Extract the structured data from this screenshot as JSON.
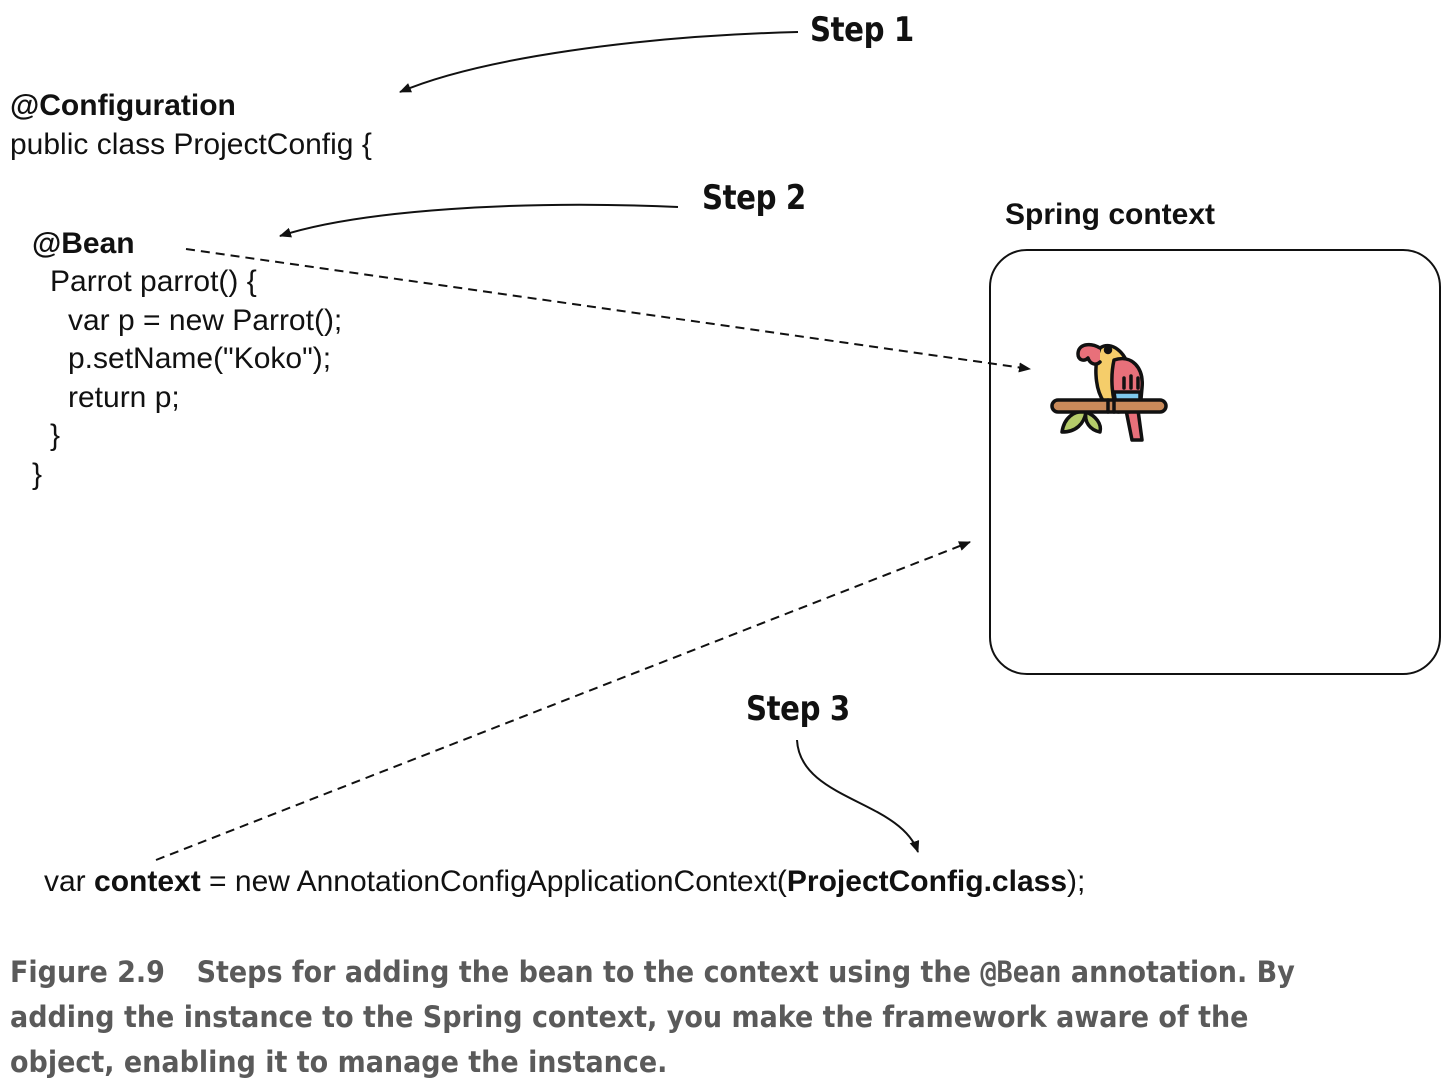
{
  "steps": {
    "step1": "Step 1",
    "step2": "Step 2",
    "step3": "Step 3"
  },
  "code": {
    "config_annotation": "@Configuration",
    "class_decl": "public class ProjectConfig {",
    "bean_annotation": "@Bean",
    "method_decl": "Parrot parrot() {",
    "line_new_parrot": "var p = new Parrot();",
    "line_set_name": "p.setName(\"Koko\");",
    "line_return": "return p;",
    "method_close": "}",
    "class_close": "}"
  },
  "context_line": {
    "prefix": "var ",
    "var_name": "context",
    "middle": " = new AnnotationConfigApplicationContext(",
    "arg": "ProjectConfig.class",
    "suffix": ");"
  },
  "spring_context": {
    "title": "Spring context",
    "bean_icon": "parrot-icon"
  },
  "caption": {
    "figure_number": "Figure 2.9",
    "text_before": "Steps for adding the bean to the context using the ",
    "code_term": "@Bean",
    "text_after": " annotation. By adding the instance to the Spring context, you make the framework aware of the object, enabling it to manage the instance."
  },
  "colors": {
    "text": "#111111",
    "caption": "#5a5a5a",
    "parrot_yellow": "#f5cd6a",
    "parrot_red": "#e8707a",
    "parrot_blue": "#7ec8ec",
    "branch_brown": "#c98a5a",
    "leaf_green": "#b5cc6a"
  }
}
